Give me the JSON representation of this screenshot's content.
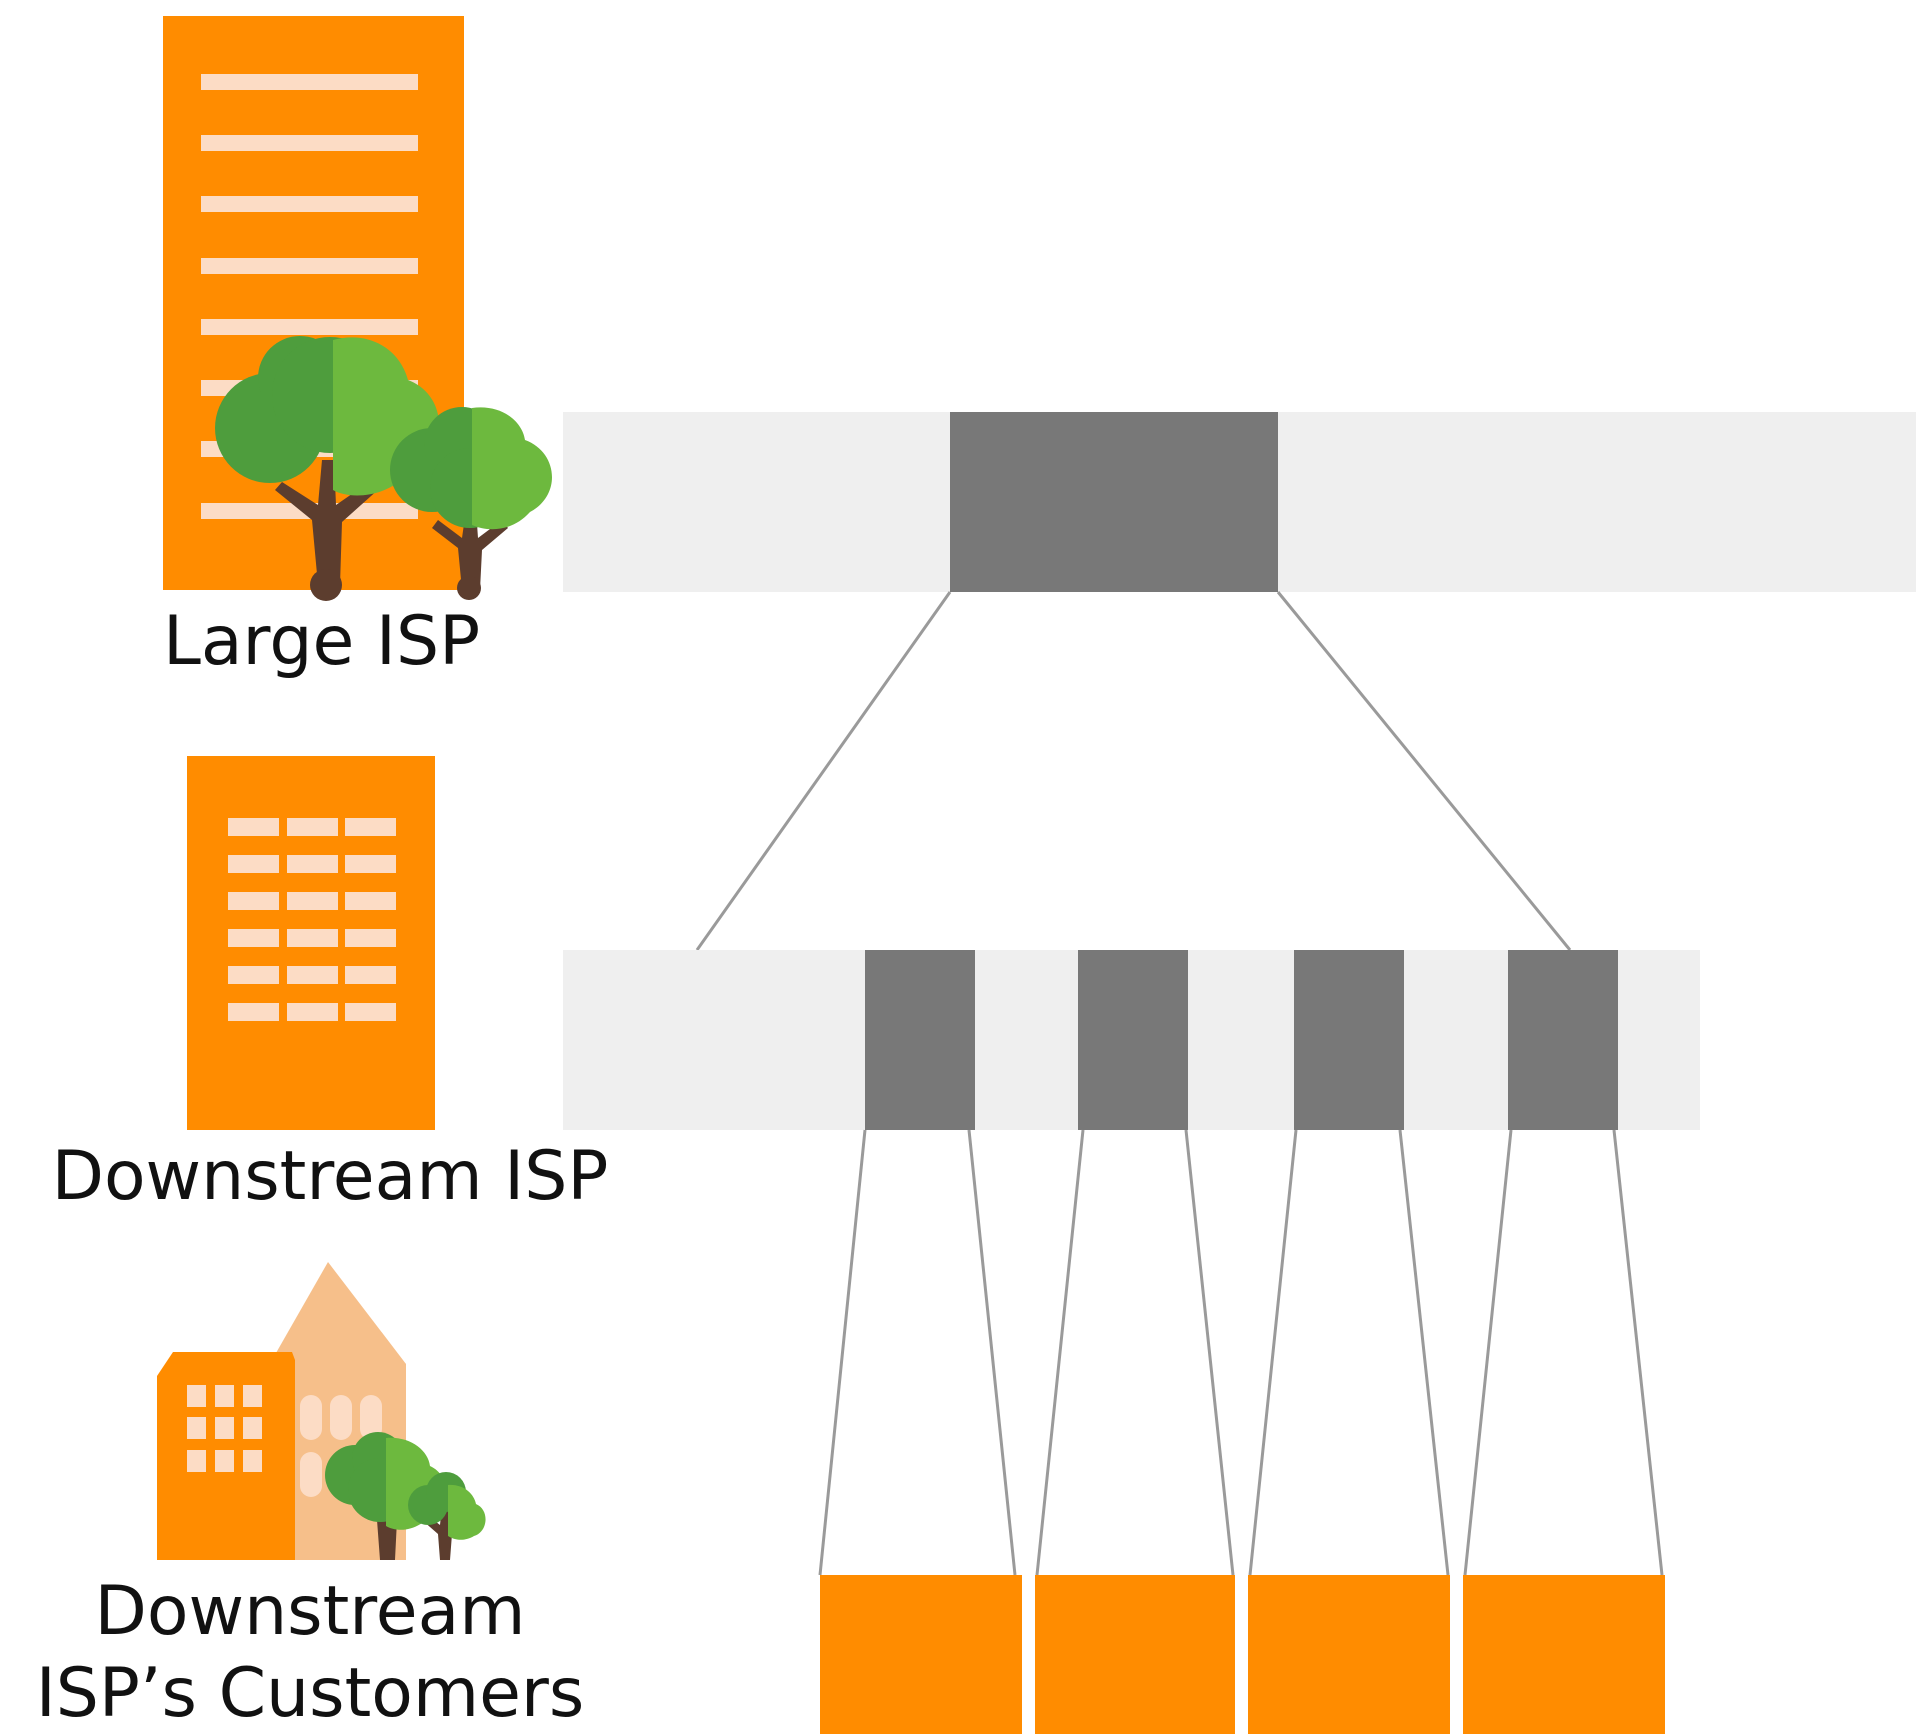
{
  "colors": {
    "orange": "#FF8C00",
    "light_orange": "#F6BF8A",
    "window_light": "#FCDCC5",
    "tree_dark_green": "#4E9D3D",
    "tree_light_green": "#6DB93E",
    "trunk": "#5C3D2E",
    "band": "#EFEFEF",
    "block": "#787878",
    "connector": "#9A9A9A",
    "text": "#111111"
  },
  "tiers": [
    {
      "id": "large-isp",
      "label": "Large ISP",
      "icon": "office-tower-with-trees-icon"
    },
    {
      "id": "downstream-isp",
      "label": "Downstream ISP",
      "icon": "office-building-icon"
    },
    {
      "id": "customers",
      "label_lines": [
        "Downstream",
        "ISP’s Customers"
      ],
      "icon": "house-with-trees-icon"
    }
  ]
}
